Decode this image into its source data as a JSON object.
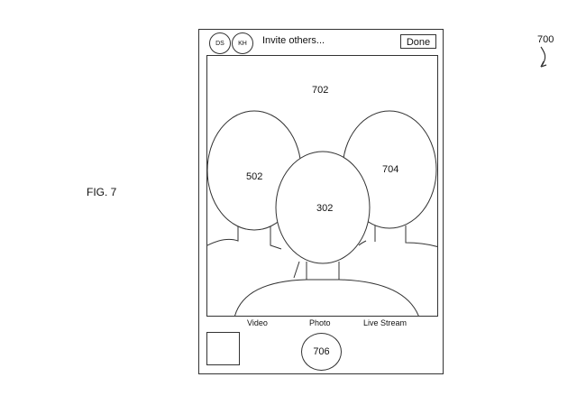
{
  "figure": {
    "label": "FIG. 7",
    "ref": "700"
  },
  "header": {
    "avatars": [
      "DS",
      "KH"
    ],
    "invite_text": "Invite others...",
    "done_label": "Done"
  },
  "viewport": {
    "ref": "702",
    "participants": [
      "502",
      "704",
      "302"
    ]
  },
  "modes": [
    "Video",
    "Photo",
    "Live Stream"
  ],
  "controls": {
    "shutter_ref": "706"
  }
}
